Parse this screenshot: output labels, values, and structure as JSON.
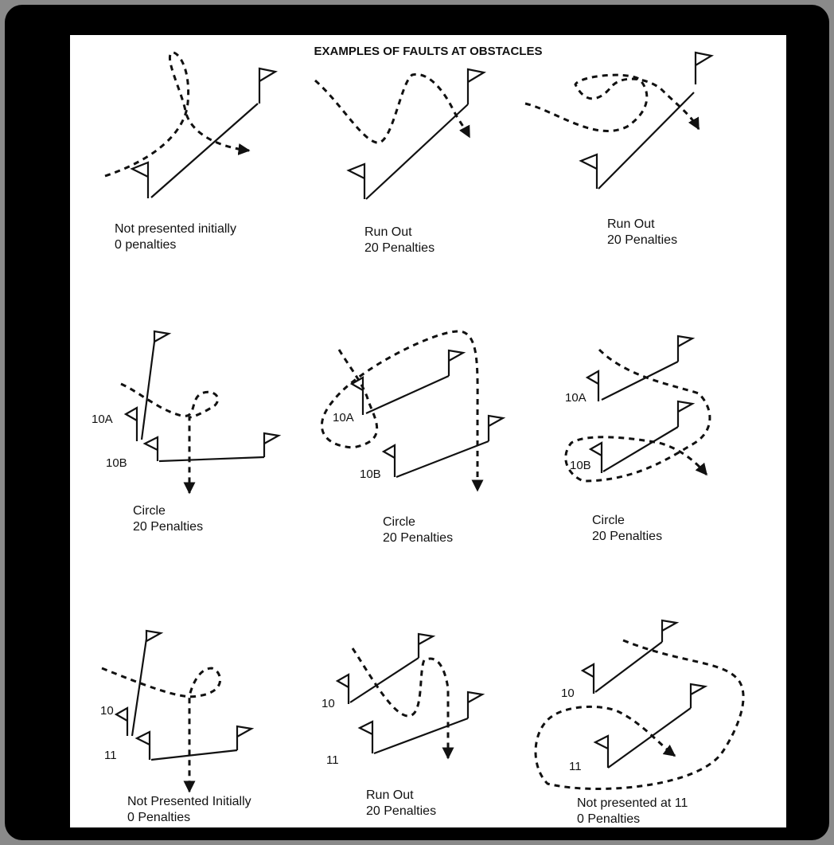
{
  "title": "EXAMPLES OF FAULTS AT OBSTACLES",
  "panels": [
    {
      "caption_line1": "Not presented initially",
      "caption_line2": "0 penalties"
    },
    {
      "caption_line1": "Run Out",
      "caption_line2": "20 Penalties"
    },
    {
      "caption_line1": "Run Out",
      "caption_line2": "20 Penalties"
    },
    {
      "caption_line1": "Circle",
      "caption_line2": "20 Penalties",
      "labels": [
        "10A",
        "10B"
      ]
    },
    {
      "caption_line1": "Circle",
      "caption_line2": "20 Penalties",
      "labels": [
        "10A",
        "10B"
      ]
    },
    {
      "caption_line1": "Circle",
      "caption_line2": "20 Penalties",
      "labels": [
        "10A",
        "10B"
      ]
    },
    {
      "caption_line1": "Not Presented Initially",
      "caption_line2": "0 Penalties",
      "labels": [
        "10",
        "11"
      ]
    },
    {
      "caption_line1": "Run Out",
      "caption_line2": "20 Penalties",
      "labels": [
        "10",
        "11"
      ]
    },
    {
      "caption_line1": "Not presented at 11",
      "caption_line2": "0 Penalties",
      "labels": [
        "10",
        "11"
      ]
    }
  ]
}
